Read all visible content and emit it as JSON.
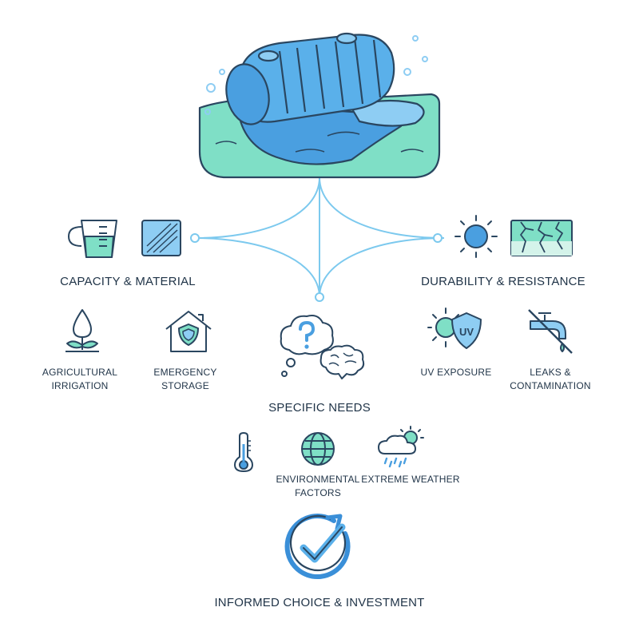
{
  "colors": {
    "outline": "#2a4660",
    "blue": "#4a9fe0",
    "light_blue": "#8ecdf3",
    "mint": "#7fdfc6",
    "connector": "#7cc9ee",
    "check": "#3a8fd8"
  },
  "center": {
    "icon": "water-tank-icon"
  },
  "capacity_material": {
    "title": "CAPACITY & MATERIAL",
    "icons": [
      "measuring-jug-icon",
      "material-swatch-icon"
    ],
    "items": [
      {
        "icon": "plant-drop-icon",
        "label_line1": "AGRICULTURAL",
        "label_line2": "IRRIGATION"
      },
      {
        "icon": "house-shield-icon",
        "label_line1": "EMERGENCY",
        "label_line2": "STORAGE"
      }
    ]
  },
  "durability_resistance": {
    "title": "DURABILITY & RESISTANCE",
    "icons": [
      "sun-icon",
      "cracked-surface-icon"
    ],
    "items": [
      {
        "icon": "uv-shield-icon",
        "badge": "UV",
        "label_line1": "UV EXPOSURE",
        "label_line2": ""
      },
      {
        "icon": "no-leak-faucet-icon",
        "label_line1": "LEAKS &",
        "label_line2": "CONTAMINATION"
      }
    ]
  },
  "specific_needs": {
    "title": "SPECIFIC NEEDS",
    "icons": [
      "thought-question-icon",
      "brain-icon"
    ],
    "items": [
      {
        "icon": "thermometer-icon",
        "label_line1": "",
        "label_line2": ""
      },
      {
        "icon": "globe-icon",
        "label_line1": "ENVIRONMENTAL",
        "label_line2": "FACTORS"
      },
      {
        "icon": "weather-cloud-icon",
        "label_line1": "EXTREME WEATHER",
        "label_line2": ""
      }
    ]
  },
  "outcome": {
    "icon": "checkmark-cycle-icon",
    "title": "INFORMED CHOICE & INVESTMENT"
  }
}
